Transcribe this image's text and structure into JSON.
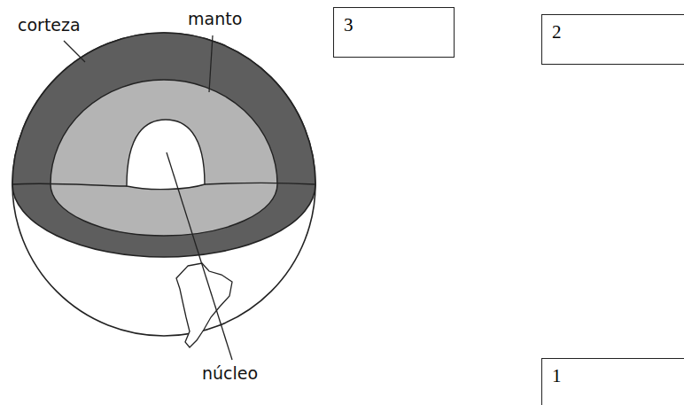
{
  "diagram": {
    "nodes": [
      {
        "text": [
          "3"
        ]
      },
      {
        "text": [
          "2"
        ]
      },
      {
        "text": [
          "1"
        ]
      }
    ],
    "labels": [
      "corteza",
      "manto",
      "núcleo"
    ]
  }
}
